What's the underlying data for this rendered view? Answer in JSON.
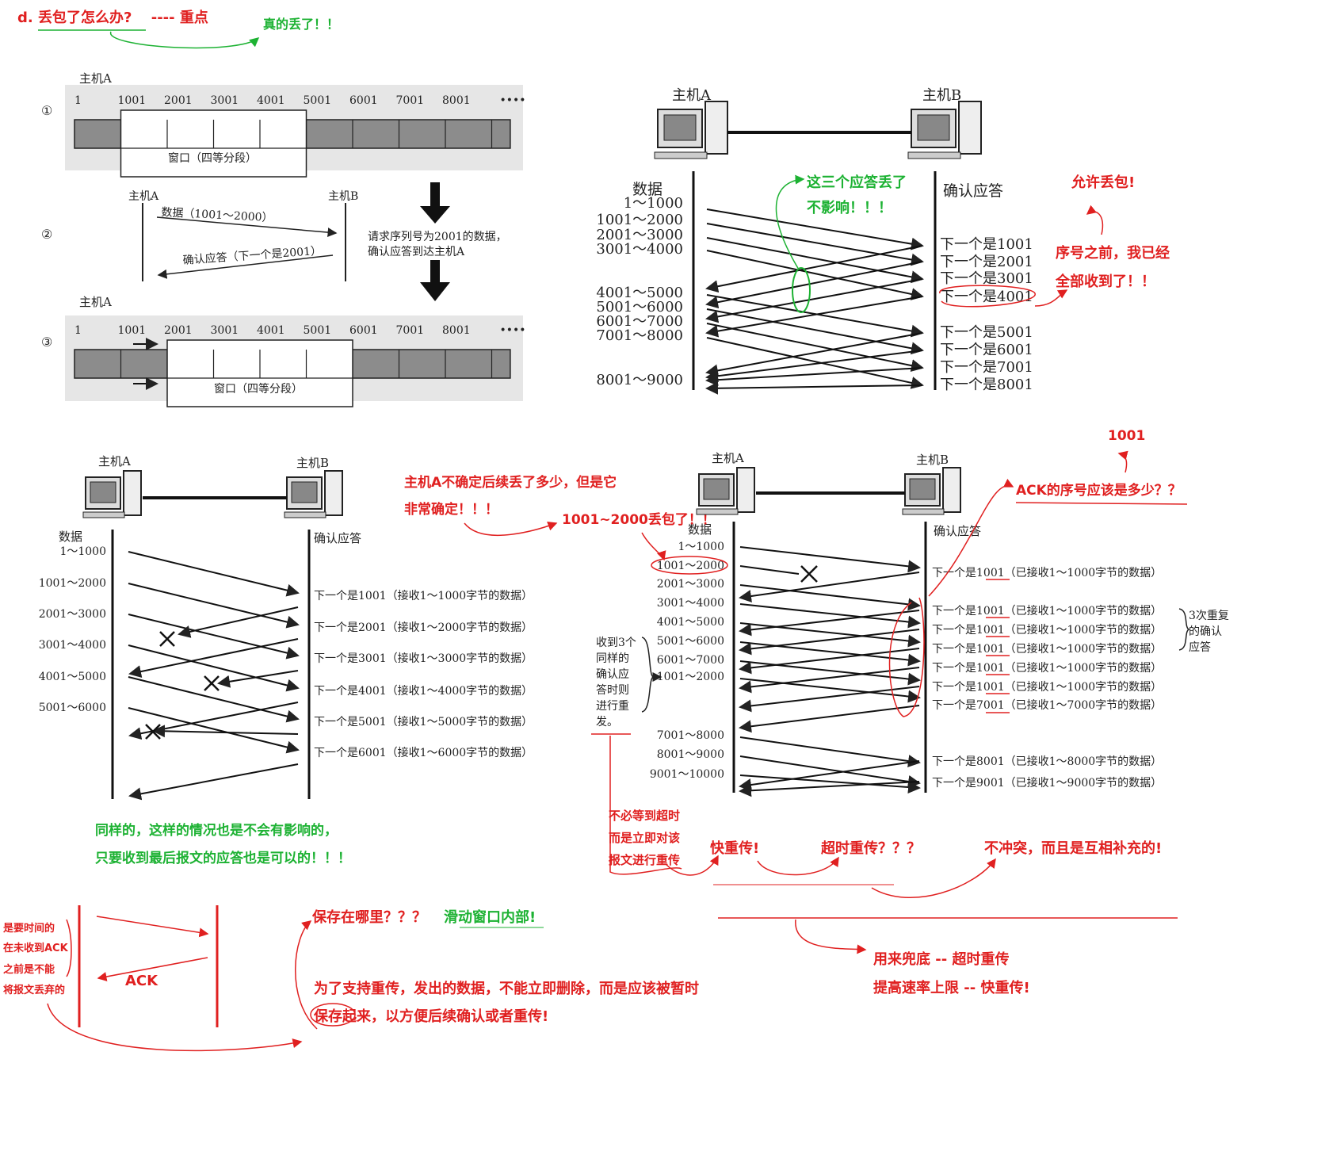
{
  "header": {
    "title": "d.  丢包了怎么办?",
    "suffix": "---- 重点",
    "note": "真的丢了！！"
  },
  "fig1": {
    "host_a": "主机A",
    "row1_index": "①",
    "row2_index": "②",
    "row3_index": "③",
    "seq_labels": [
      "1",
      "1001",
      "2001",
      "3001",
      "4001",
      "5001",
      "6001",
      "7001",
      "8001",
      "••••"
    ],
    "window_label": "窗口（四等分段）",
    "host_b": "主机B",
    "data_label": "数据（1001～2000）",
    "ack_label": "确认应答（下一个是2001）",
    "explain_line1": "请求序列号为2001的数据，",
    "explain_line2": "确认应答到达主机A"
  },
  "fig2": {
    "host_a": "主机A",
    "host_b": "主机B",
    "data_col": "数据",
    "ack_col": "确认应答",
    "data_ranges": [
      "1～1000",
      "1001～2000",
      "2001～3000",
      "3001～4000",
      "4001～5000",
      "5001～6000",
      "6001～7000",
      "7001～8000",
      "8001～9000"
    ],
    "acks": [
      "下一个是1001",
      "下一个是2001",
      "下一个是3001",
      "下一个是4001",
      "下一个是5001",
      "下一个是6001",
      "下一个是7001",
      "下一个是8001"
    ],
    "note_green_1": "这三个应答丢了",
    "note_green_2": "不影响！！！",
    "note_red_allow": "允许丢包!",
    "note_red_seq_1": "序号之前，我已经",
    "note_red_seq_2": "全部收到了！！"
  },
  "fig3": {
    "host_a": "主机A",
    "host_b": "主机B",
    "data_col": "数据",
    "ack_col": "确认应答",
    "data_ranges": [
      "1～1000",
      "1001～2000",
      "2001～3000",
      "3001～4000",
      "4001～5000",
      "5001～6000"
    ],
    "acks": [
      "下一个是1001（接收1～1000字节的数据）",
      "下一个是2001（接收1～2000字节的数据）",
      "下一个是3001（接收1～3000字节的数据）",
      "下一个是4001（接收1～4000字节的数据）",
      "下一个是5001（接收1～5000字节的数据）",
      "下一个是6001（接收1～6000字节的数据）"
    ],
    "note_green_1": "同样的，这样的情况也是不会有影响的，",
    "note_green_2": "只要收到最后报文的应答也是可以的！！！"
  },
  "fig4": {
    "host_a": "主机A",
    "host_b": "主机B",
    "data_col": "数据",
    "ack_col": "确认应答",
    "data_ranges": [
      "1～1000",
      "1001～2000",
      "2001～3000",
      "3001～4000",
      "4001～5000",
      "5001～6000",
      "6001～7000",
      "1001～2000",
      "7001～8000",
      "8001～9000",
      "9001～10000"
    ],
    "acks": [
      "下一个是1001（已接收1～1000字节的数据）",
      "下一个是1001（已接收1～1000字节的数据）",
      "下一个是1001（已接收1～1000字节的数据）",
      "下一个是1001（已接收1～1000字节的数据）",
      "下一个是1001（已接收1～1000字节的数据）",
      "下一个是1001（已接收1～1000字节的数据）",
      "下一个是7001（已接收1～7000字节的数据）",
      "下一个是8001（已接收1～8000字节的数据）",
      "下一个是9001（已接收1～9000字节的数据）"
    ],
    "triple_dup_1": "3次重复",
    "triple_dup_2": "的确认",
    "triple_dup_3": "应答",
    "resend_note": [
      "收到3个",
      "同样的",
      "确认应",
      "答时则",
      "进行重",
      "发。"
    ],
    "red_1001": "1001",
    "red_ack_q": "ACK的序号应该是多少？？",
    "red_hostA_1": "主机A不确定后续丢了多少，但是它",
    "red_hostA_2": "非常确定！！！",
    "red_lost": "1001~2000丢包了！！",
    "red_nowait_1": "不必等到超时",
    "red_nowait_2": "而是立即对该",
    "red_nowait_3": "报文进行重传",
    "red_fast": "快重传!",
    "red_timeout": "超时重传？？？",
    "red_noconflict": "不冲突，而且是互相补充的!"
  },
  "bottom": {
    "left_note": [
      "是要时间的",
      "在未收到ACK",
      "之前是不能",
      "将报文丢弃的"
    ],
    "ack": "ACK",
    "where_q": "保存在哪里？？？",
    "where_a": "滑动窗口内部!",
    "support_1": "为了支持重传，发出的数据，不能立即删除，而是应该被暂时",
    "support_2": "保存起来，以方便后续确认或者重传!",
    "fallback": "用来兜底  -- 超时重传",
    "speedup": "提高速率上限 -- 快重传!"
  },
  "colors": {
    "red": "#e02020",
    "green": "#1db233",
    "segment_fill": "#8c8c8c",
    "panel_bg": "#e6e6e6"
  }
}
